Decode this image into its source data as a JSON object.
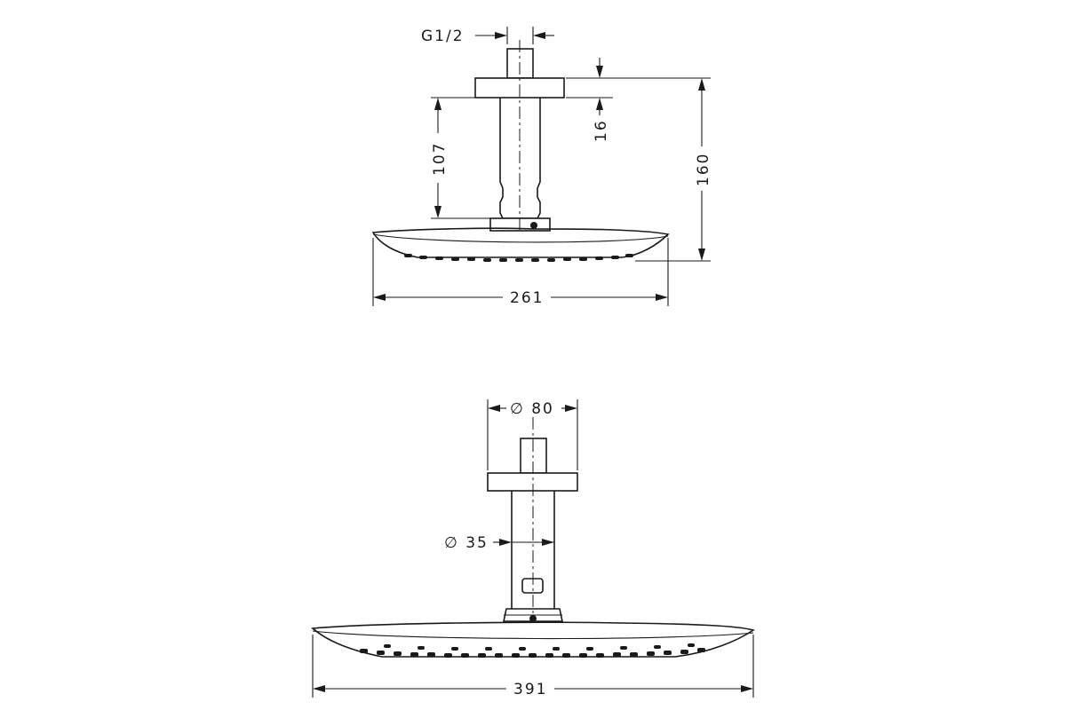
{
  "colors": {
    "line": "#1a1a1a",
    "background": "#ffffff"
  },
  "views": {
    "side": {
      "dimensions": {
        "thread": "G1/2",
        "flange_thickness": "16",
        "arm_length": "107",
        "total_height": "160",
        "width": "261"
      }
    },
    "front": {
      "dimensions": {
        "flange_diameter": "∅ 80",
        "arm_diameter": "∅ 35",
        "width": "391"
      }
    }
  }
}
